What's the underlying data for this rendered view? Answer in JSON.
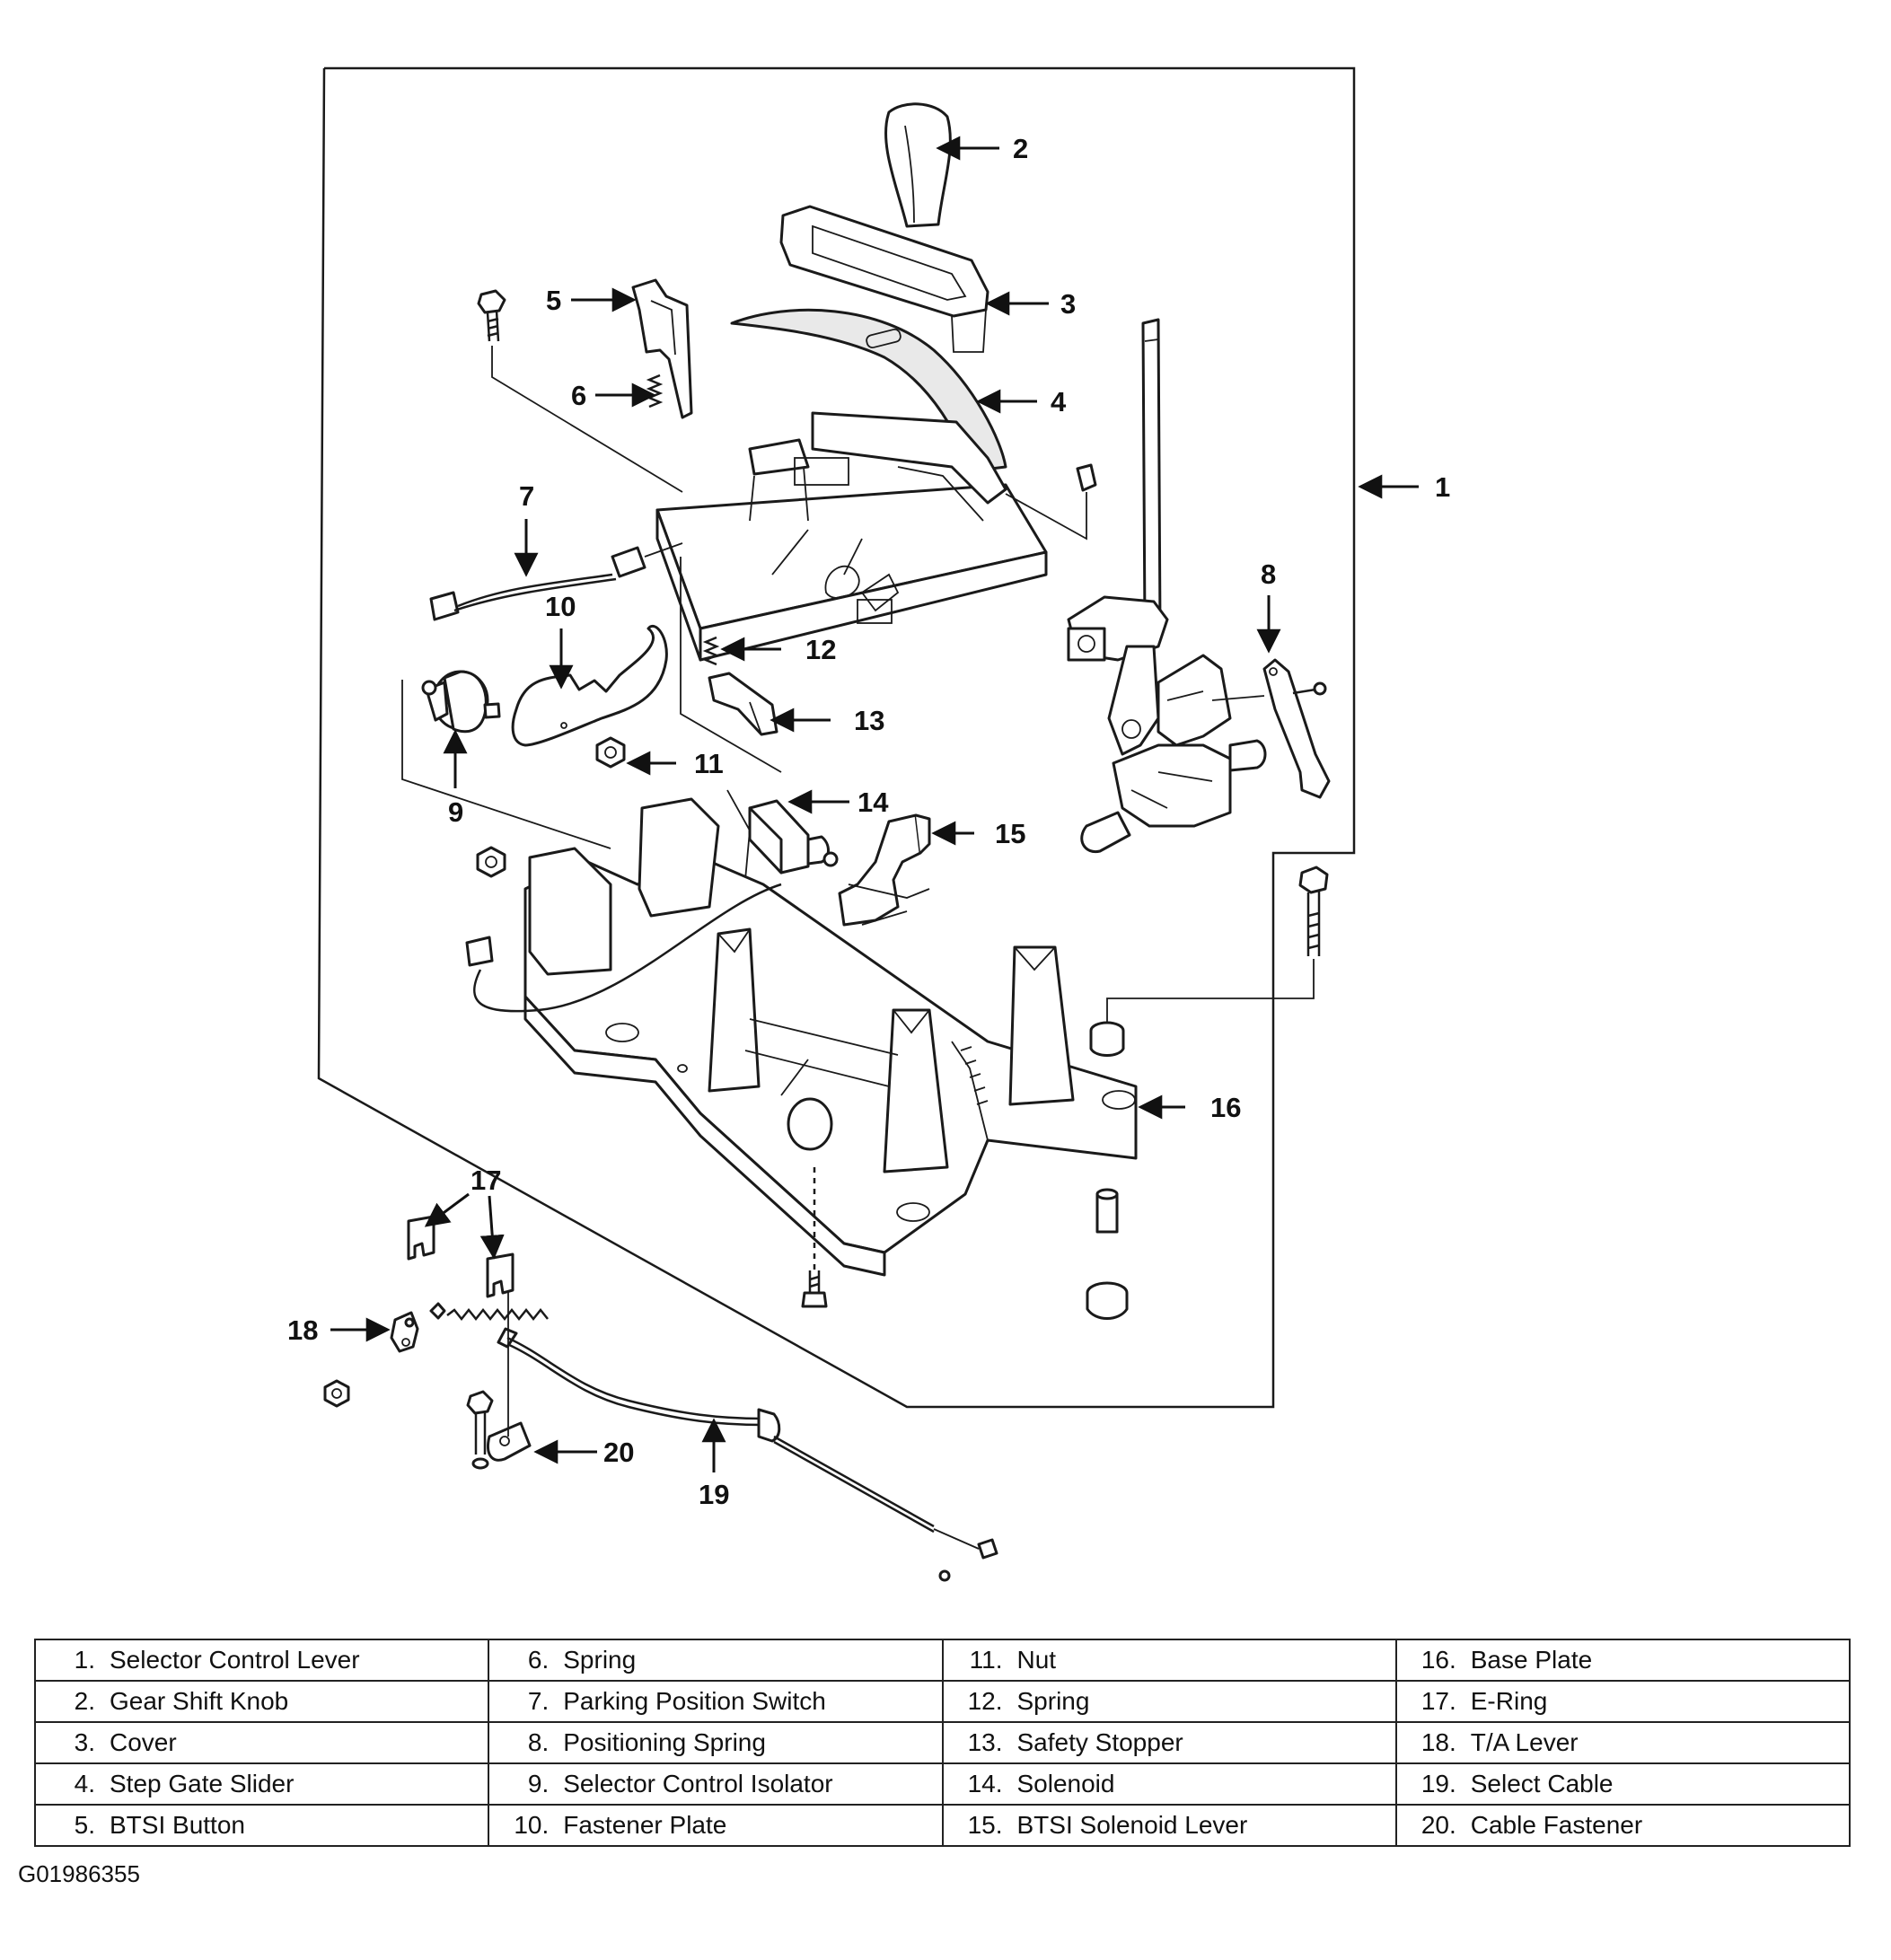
{
  "diagram": {
    "callouts": [
      "1",
      "2",
      "3",
      "4",
      "5",
      "6",
      "7",
      "8",
      "9",
      "10",
      "11",
      "12",
      "13",
      "14",
      "15",
      "16",
      "17",
      "18",
      "19",
      "20"
    ]
  },
  "legend": {
    "rows": [
      [
        {
          "num": "1.",
          "name": "Selector Control Lever"
        },
        {
          "num": "6.",
          "name": "Spring"
        },
        {
          "num": "11.",
          "name": "Nut"
        },
        {
          "num": "16.",
          "name": "Base Plate"
        }
      ],
      [
        {
          "num": "2.",
          "name": "Gear Shift Knob"
        },
        {
          "num": "7.",
          "name": "Parking Position Switch"
        },
        {
          "num": "12.",
          "name": "Spring"
        },
        {
          "num": "17.",
          "name": "E-Ring"
        }
      ],
      [
        {
          "num": "3.",
          "name": "Cover"
        },
        {
          "num": "8.",
          "name": "Positioning Spring"
        },
        {
          "num": "13.",
          "name": "Safety Stopper"
        },
        {
          "num": "18.",
          "name": "T/A Lever"
        }
      ],
      [
        {
          "num": "4.",
          "name": "Step Gate Slider"
        },
        {
          "num": "9.",
          "name": "Selector Control Isolator"
        },
        {
          "num": "14.",
          "name": "Solenoid"
        },
        {
          "num": "19.",
          "name": "Select Cable"
        }
      ],
      [
        {
          "num": "5.",
          "name": "BTSI Button"
        },
        {
          "num": "10.",
          "name": "Fastener Plate"
        },
        {
          "num": "15.",
          "name": "BTSI Solenoid Lever"
        },
        {
          "num": "20.",
          "name": "Cable Fastener"
        }
      ]
    ]
  },
  "figure_id": "G01986355"
}
